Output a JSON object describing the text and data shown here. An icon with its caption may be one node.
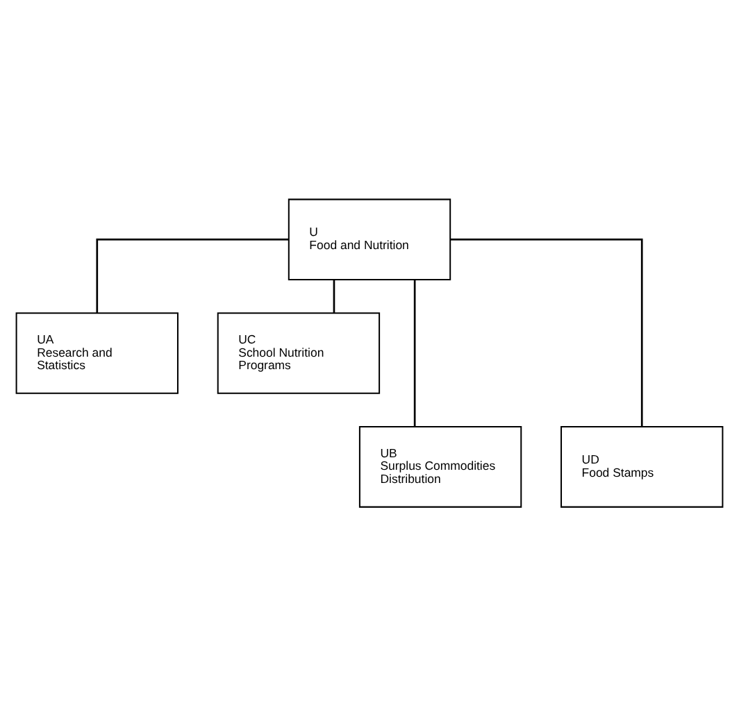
{
  "diagram": {
    "nodes": [
      {
        "text": [
          "U",
          "Food and Nutrition"
        ]
      },
      {
        "text": [
          "UA",
          "Research and Statistics"
        ]
      },
      {
        "text": [
          "UC",
          "School Nutrition Programs"
        ]
      },
      {
        "text": [
          "UB",
          "Surplus Commodities Distribution"
        ]
      },
      {
        "text": [
          "UD",
          "Food Stamps"
        ]
      }
    ],
    "edges": [
      {
        "from": 0,
        "to": 1,
        "arrow": "none"
      },
      {
        "from": 0,
        "to": 2,
        "arrow": "none"
      },
      {
        "from": 0,
        "to": 3,
        "arrow": "none"
      },
      {
        "from": 0,
        "to": 4,
        "arrow": "none"
      }
    ]
  }
}
